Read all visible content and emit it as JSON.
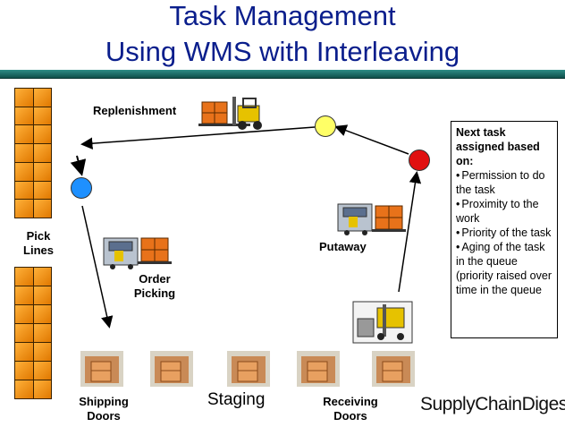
{
  "title": {
    "line1": "Task Management",
    "line2": "Using WMS with Interleaving"
  },
  "labels": {
    "replenishment": "Replenishment",
    "pick_lines": "Pick\nLines",
    "putaway": "Putaway",
    "order_picking": "Order\nPicking",
    "shipping_doors": "Shipping\nDoors",
    "staging": "Staging",
    "receiving_doors": "Receiving\nDoors"
  },
  "note": {
    "title": "Next task assigned based on:",
    "bullets": [
      "Permission to do the task",
      "Proximity to the work",
      "Priority of the task",
      "Aging of the task in the queue (priority raised over time in the queue"
    ]
  },
  "brand": {
    "name": "SupplyChainDigest",
    "mark": "™"
  },
  "colors": {
    "title": "#0a1e8c",
    "accent_bar": "#1f6e69",
    "node_blue": "#1e90ff",
    "node_yellow": "#ffff66",
    "node_red": "#e01010",
    "rack_orange": "#f0960a",
    "pallet_box": "#e8721a"
  },
  "icons": [
    "forklift-icon",
    "pallet-box-icon",
    "dock-door-icon",
    "pick-rack-icon"
  ]
}
